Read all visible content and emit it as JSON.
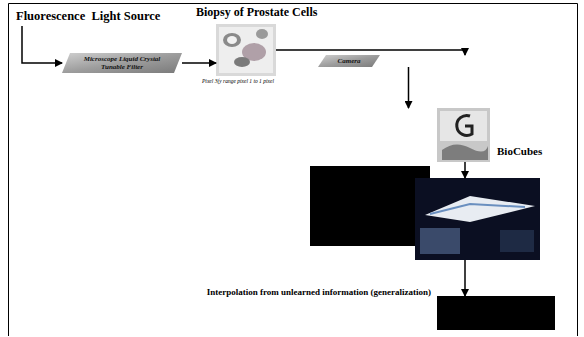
{
  "diagram": {
    "nodes": [
      {
        "text": [
          "Fluorescence  Light Source"
        ]
      },
      {
        "text": [
          "Microscope Liquid Crystal Tunable Filter"
        ]
      },
      {
        "text": [
          "Biopsy of Prostate Cells",
          "Pixel 3(y range pixel 1 to 1 pixel"
        ]
      },
      {
        "text": [
          "Camera"
        ]
      },
      {
        "text": [
          "BioCubes"
        ]
      },
      {
        "text": []
      },
      {
        "text": [
          "Interpolation from unlearned information (generalization)"
        ]
      }
    ],
    "edges": [
      {
        "from": 0,
        "to": 1,
        "arrow": "to"
      },
      {
        "from": 1,
        "to": 2,
        "arrow": "to"
      },
      {
        "from": 2,
        "to": 3,
        "arrow": "to"
      },
      {
        "from": 3,
        "to": 4,
        "arrow": "to"
      },
      {
        "from": 4,
        "to": 5,
        "arrow": "to"
      },
      {
        "from": 5,
        "to": 6,
        "arrow": "to"
      }
    ]
  }
}
